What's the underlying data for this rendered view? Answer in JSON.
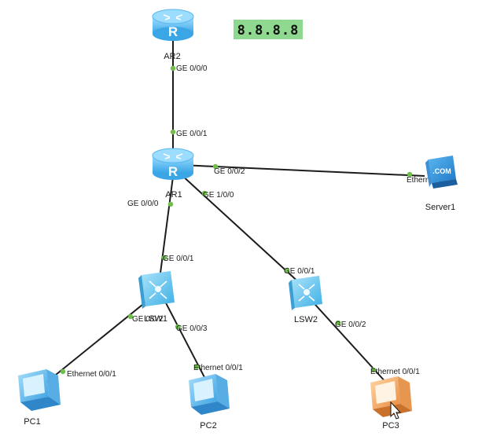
{
  "annotation": {
    "text": "8.8.8.8"
  },
  "devices": {
    "ar2": {
      "label": "AR2"
    },
    "ar1": {
      "label": "AR1"
    },
    "server1": {
      "label": "Server1",
      "badge": ".COM"
    },
    "lsw1": {
      "label": "LSW1"
    },
    "lsw2": {
      "label": "LSW2"
    },
    "pc1": {
      "label": "PC1"
    },
    "pc2": {
      "label": "PC2"
    },
    "pc3": {
      "label": "PC3"
    }
  },
  "links": {
    "ar2_ar1": {
      "a": "GE 0/0/0",
      "b": "GE 0/0/1"
    },
    "ar1_server1": {
      "a": "GE 0/0/2",
      "b": "Ethernet 0/0/0"
    },
    "ar1_lsw1": {
      "a": "GE 0/0/0",
      "b": "GE 0/0/1"
    },
    "ar1_lsw2": {
      "a": "GE 1/0/0",
      "b": "GE 0/0/1"
    },
    "lsw1_pc1": {
      "a": "GE 0/0/2",
      "b": "Ethernet 0/0/1"
    },
    "lsw1_pc2": {
      "a": "GE 0/0/3",
      "b": "Ethernet 0/0/1"
    },
    "lsw2_pc3": {
      "a": "GE 0/0/2",
      "b": "Ethernet 0/0/1"
    }
  },
  "colors": {
    "router": "#5fb8ec",
    "switch": "#6fc7ee",
    "pc": "#5bb7ea",
    "pc_selected": "#f0a35e",
    "annotation_bg": "#8ed98f",
    "port_dot": "#6fbf4a"
  }
}
